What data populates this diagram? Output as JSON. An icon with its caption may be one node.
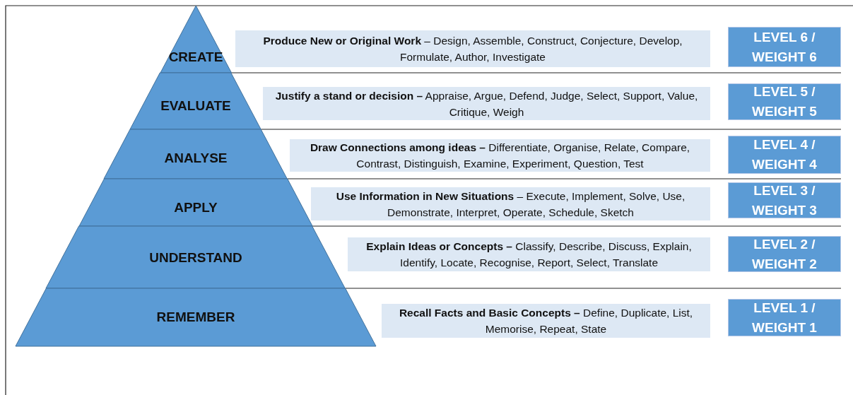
{
  "diagram": {
    "nodes": [
      {
        "text": [
          "CREATE"
        ]
      },
      {
        "text": [
          "**Produce New or Original Work** – Design, Assemble, Construct, Conjecture, Develop, Formulate, Author, Investigate"
        ]
      },
      {
        "text": [
          "LEVEL 6 / WEIGHT 6"
        ]
      },
      {
        "text": [
          "EVALUATE"
        ]
      },
      {
        "text": [
          "**Justify a stand or decision –** Appraise, Argue, Defend, Judge, Select, Support, Value, Critique, Weigh"
        ]
      },
      {
        "text": [
          "LEVEL 5 / WEIGHT 5"
        ]
      },
      {
        "text": [
          "ANALYSE"
        ]
      },
      {
        "text": [
          "**Draw Connections among ideas –** Differentiate, Organise, Relate, Compare, Contrast, Distinguish, Examine, Experiment, Question, Test"
        ]
      },
      {
        "text": [
          "LEVEL 4 / WEIGHT 4"
        ]
      },
      {
        "text": [
          "APPLY"
        ]
      },
      {
        "text": [
          "**Use Information in New Situations** – Execute, Implement, Solve, Use, Demonstrate, Interpret, Operate, Schedule, Sketch"
        ]
      },
      {
        "text": [
          "LEVEL 3 / WEIGHT 3"
        ]
      },
      {
        "text": [
          "UNDERSTAND"
        ]
      },
      {
        "text": [
          "**Explain Ideas or Concepts –** Classify, Describe, Discuss, Explain, Identify, Locate, Recognise, Report, Select, Translate"
        ]
      },
      {
        "text": [
          "LEVEL 2 / WEIGHT 2"
        ]
      },
      {
        "text": [
          "REMEMBER"
        ]
      },
      {
        "text": [
          "**Recall Facts and Basic Concepts –** Define, Duplicate, List, Memorise, Repeat, State"
        ]
      },
      {
        "text": [
          "LEVEL 1 / WEIGHT 1"
        ]
      }
    ]
  }
}
